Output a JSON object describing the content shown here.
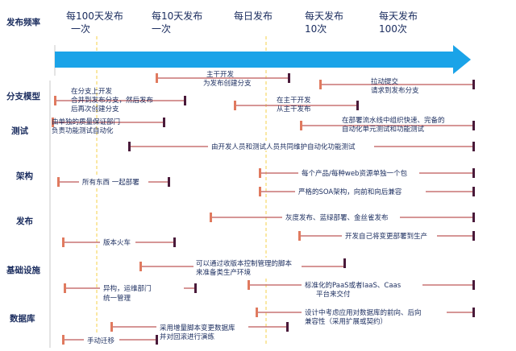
{
  "title_label": "发布频率",
  "frequency_levels": [
    {
      "line1": "每100天发布",
      "line2": "一次"
    },
    {
      "line1": "每10天发布",
      "line2": "一次"
    },
    {
      "line1": "每日发布",
      "line2": ""
    },
    {
      "line1": "每天发布",
      "line2": "10次"
    },
    {
      "line1": "每天发布",
      "line2": "100次"
    }
  ],
  "categories": [
    "分支模型",
    "测试",
    "架构",
    "发布",
    "基础设施",
    "数据库"
  ],
  "colors": {
    "arrow": "#1aa3e8",
    "start_cap": "#e07a5f",
    "end_cap": "#4a1a3a",
    "shaft": "#c97373",
    "text": "#1a2c5e",
    "grid": "#f5d14a",
    "divider": "#c8c8c8"
  },
  "practices": [
    {
      "category": "分支模型",
      "lines": [
        "主干开发",
        "为发布创建分支"
      ]
    },
    {
      "category": "分支模型",
      "lines": [
        "拉动提交",
        "请求到发布分支"
      ]
    },
    {
      "category": "分支模型",
      "lines": [
        "在分支上开发",
        "合并到发布分支，然后发布",
        "后再次创建分支"
      ]
    },
    {
      "category": "分支模型",
      "lines": [
        "在主干开发",
        "从主干发布"
      ]
    },
    {
      "category": "测试",
      "lines": [
        "由单独的质量保证部门",
        "负责功能测试自动化"
      ]
    },
    {
      "category": "测试",
      "lines": [
        "在部署流水线中组织快速、完备的",
        "自动化单元测试和功能测试"
      ]
    },
    {
      "category": "测试",
      "lines": [
        "由开发人员和测试人员共同维护自动化功能测试"
      ]
    },
    {
      "category": "架构",
      "lines": [
        "每个产品/每种web资源单独一个包"
      ]
    },
    {
      "category": "架构",
      "lines": [
        "所有东西  一起部署"
      ]
    },
    {
      "category": "架构",
      "lines": [
        "严格的SOA架构，向前和向后兼容"
      ]
    },
    {
      "category": "发布",
      "lines": [
        "灰度发布、蓝绿部署、金丝雀发布"
      ]
    },
    {
      "category": "发布",
      "lines": [
        "开发自己将变更部署到生产"
      ]
    },
    {
      "category": "发布",
      "lines": [
        "版本火车"
      ]
    },
    {
      "category": "基础设施",
      "lines": [
        "可以通过收版本控制管理的脚本",
        "来准备类生产环境"
      ]
    },
    {
      "category": "基础设施",
      "lines": [
        "标准化的PaaS或者IaaS、Caas",
        "平台来交付"
      ]
    },
    {
      "category": "基础设施",
      "lines": [
        "异构，运维部门",
        "统一管理"
      ]
    },
    {
      "category": "数据库",
      "lines": [
        "设计中考虑应用对数据库的前向、后向",
        "兼容性（采用扩展或契约）"
      ]
    },
    {
      "category": "数据库",
      "lines": [
        "采用增量脚本变更数据库",
        "并对回滚进行演练"
      ]
    },
    {
      "category": "数据库",
      "lines": [
        "手动迁移"
      ]
    }
  ]
}
